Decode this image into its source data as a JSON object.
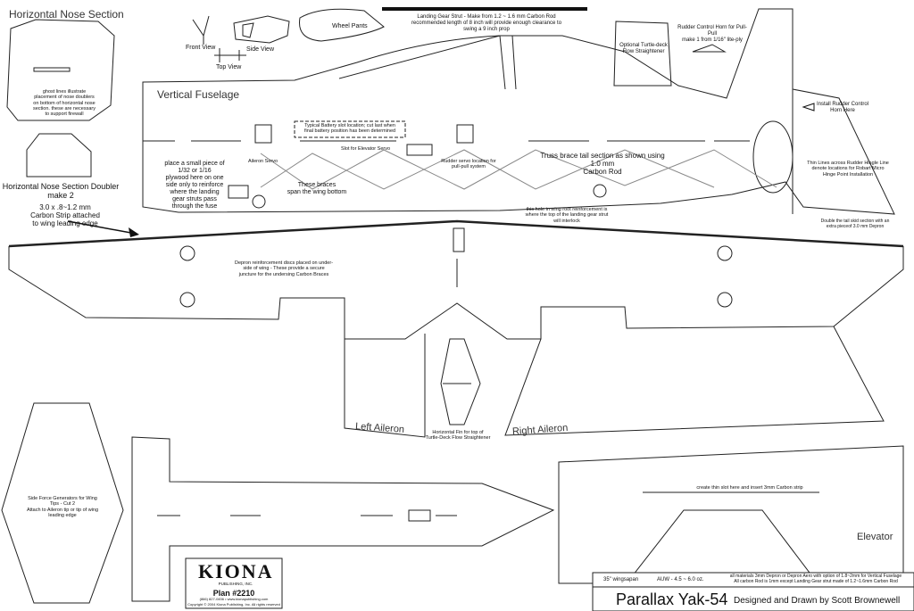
{
  "parts": {
    "horizontal_nose_section": "Horizontal Nose Section",
    "ghost_note": "ghost lines illustrate placement of nose doublers on bottom of horizontal nose section. these are necessary to support firewall",
    "nose_doubler": "Horizontal Nose Section Doubler\nmake 2",
    "carbon_strip_note": "3.0 x .8~1.2 mm\nCarbon Strip attached\nto wing leading edge",
    "front_view": "Front View",
    "side_view": "Side View",
    "top_view": "Top View",
    "wheel_pants": "Wheel Pants",
    "landing_gear_note": "Landing Gear Strut - Make from 1.2 ~ 1.6 mm Carbon Rod\nrecommended length of 8 inch will provide  enough clearance to\nswing a 9 inch prop",
    "turtle_deck": "Optional Turtle-deck\nFlow Straightener",
    "rudder_horn": "Rudder Control Horn for Pull-Pull\nmake 1 from 1/16\" lite-ply",
    "vertical_fuselage": "Vertical Fuselage",
    "battery_slot": "Typical Battery slot location; cut last when\nfinal battery position has been determined",
    "aileron_servo": "Aileron Servo",
    "elevator_servo_slot": "Slot for Elevator Servo",
    "rudder_servo": "Rudder servo location for\npull-pull system",
    "truss_brace": "Truss brace tail section as shown using 1.0 mm\nCarbon Rod",
    "install_horn": "Install Rudder Control\nHorn Here",
    "hinge_lines": "Thin Lines across Rudder Hingle Line\ndenote locations for Robart Micro\nHinge Point Installation",
    "plywood_note": "place a small piece of\n1/32 or 1/16\nplywood here on one\nside only to reinforce\nwhere the landing\ngear struts pass\nthrough the fuse",
    "braces_note": "These braces\nspan the wing bottom",
    "wing_root_note": "this hole in wing root reinforcement is\nwhere the top of the landing gear strut\nwill interlock",
    "tail_skid_note": "Double the tail skid section with an\nextra pieceof 3.0 mm Depron",
    "depron_discs": "Depron reinforcement discs placed on under-\nside of wing - These provide a secure\njuncture for the undersing Carbon Braces",
    "left_aileron": "Left Aileron",
    "right_aileron": "Right Aileron",
    "horizontal_fin": "Horizontal Fin for top of\nTurtle-Deck Flow Straightener",
    "side_force": "Side Force Generators for Wing\nTips - Cut 2\nAttach to Aileron tip or tip of wing\nleading edge",
    "elevator": "Elevator",
    "elevator_slot": "create thin slot here and insert 3mm Carbon strip"
  },
  "logo": {
    "brand": "KIONA",
    "sub": "PUBLISHING, INC.",
    "plan": "Plan #2210",
    "phone": "(866) 827-0456 • www.kionapublishing.com",
    "copyright": "Copyright © 2004 Kiona Publishing, Inc. All rights reserved"
  },
  "title_block": {
    "wingspan": "35\" wingsapan",
    "auw": "AUW  - 4.5 ~ 6.0 oz.",
    "materials": "all materials 3mm Depron or Depron Aero with option of 1.8~2mm for Vertical Fuselage\nAll carbon Rod is 1mm except Landing Gear strut made of 1.2~1.6mm Carbon Rod",
    "model": "Parallax Yak-54",
    "designer": "Designed and Drawn by Scott Brownewell"
  }
}
